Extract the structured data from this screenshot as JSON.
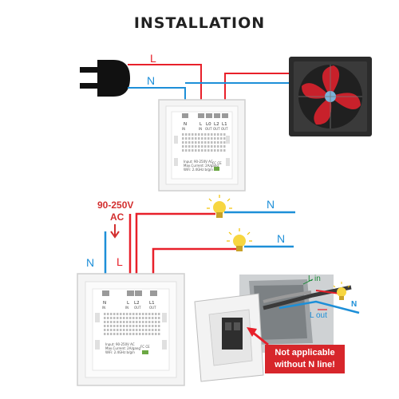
{
  "title": "INSTALLATION",
  "top_diagram": {
    "wire_labels": {
      "live": "L",
      "neutral": "N"
    },
    "terminals": [
      "N",
      "L",
      "L0",
      "L2",
      "L1"
    ],
    "terminal_sub": [
      "IN",
      "IN",
      "OUT",
      "OUT",
      "OUT"
    ],
    "plate_text": [
      "Input: 90-250V  AC",
      "Max.Current: 2A/gang",
      "WiFi: 2.4GHz  b/g/n"
    ],
    "fc_mark": "FC CE"
  },
  "bottom_diagram": {
    "voltage_label": "90-250V",
    "voltage_sub": "AC",
    "wire_labels": {
      "neutral_left": "N",
      "live_left": "L",
      "neutral_lamp1": "N",
      "neutral_lamp2": "N"
    },
    "terminals": [
      "N",
      "L",
      "L2",
      "L1"
    ],
    "terminal_sub": [
      "IN",
      "IN",
      "OUT",
      "OUT"
    ],
    "plate_text": [
      "Input: 90-250V  AC",
      "Max.Current: 2A/gang",
      "WiFi: 2.4GHz  b/g/n"
    ],
    "fc_mark": "FC CE"
  },
  "photo": {
    "lin_label": "L in",
    "lout_label": "L out",
    "n_label": "N"
  },
  "warning": [
    "Not applicable",
    "without N line!"
  ],
  "colors": {
    "live": "#e8202a",
    "neutral": "#1d8fd8",
    "fan_blade": "#c8212b",
    "warning_bg": "#d7262b"
  },
  "icons": [
    "power-plug-icon",
    "exhaust-fan-icon",
    "light-bulb-icon"
  ]
}
